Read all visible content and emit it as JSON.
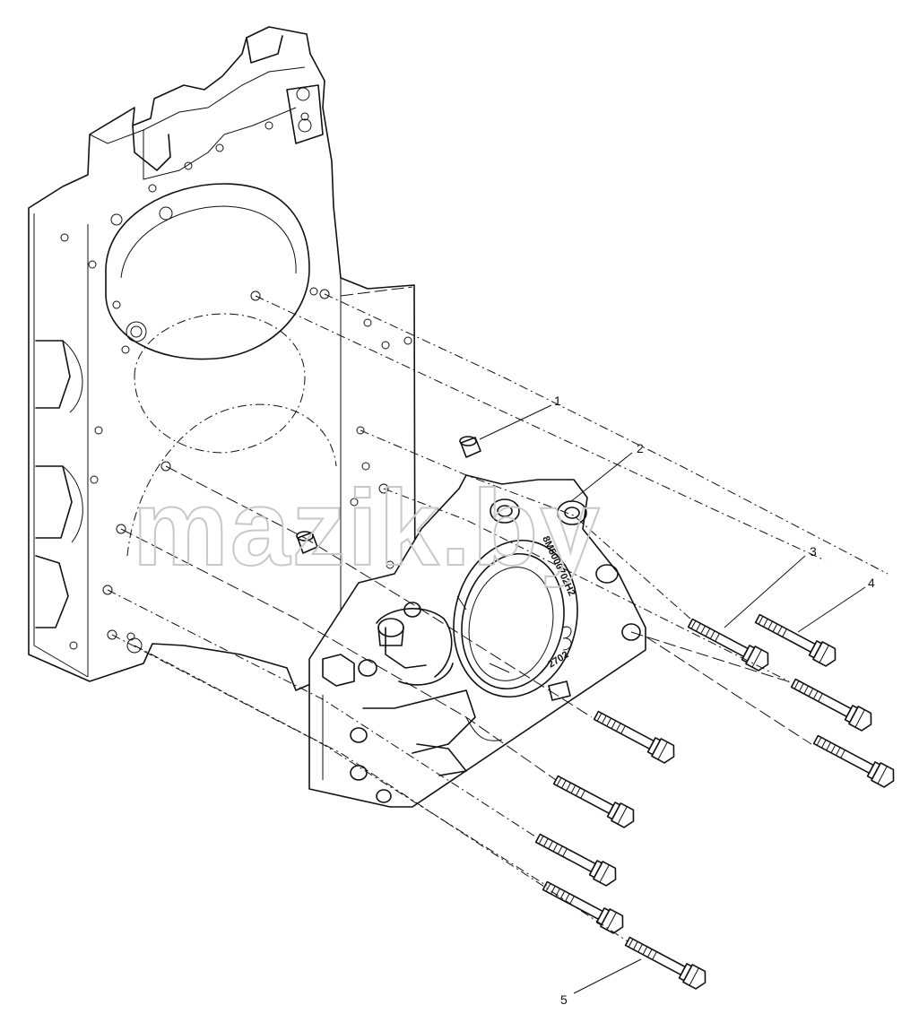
{
  "diagram": {
    "callouts": [
      {
        "id": "1",
        "label": "1"
      },
      {
        "id": "2",
        "label": "2"
      },
      {
        "id": "3",
        "label": "3"
      },
      {
        "id": "4",
        "label": "4"
      },
      {
        "id": "5",
        "label": "5"
      }
    ],
    "stamps": {
      "part_number": "8M5000702H2",
      "code": "2702"
    },
    "watermark": "mazik.by"
  }
}
